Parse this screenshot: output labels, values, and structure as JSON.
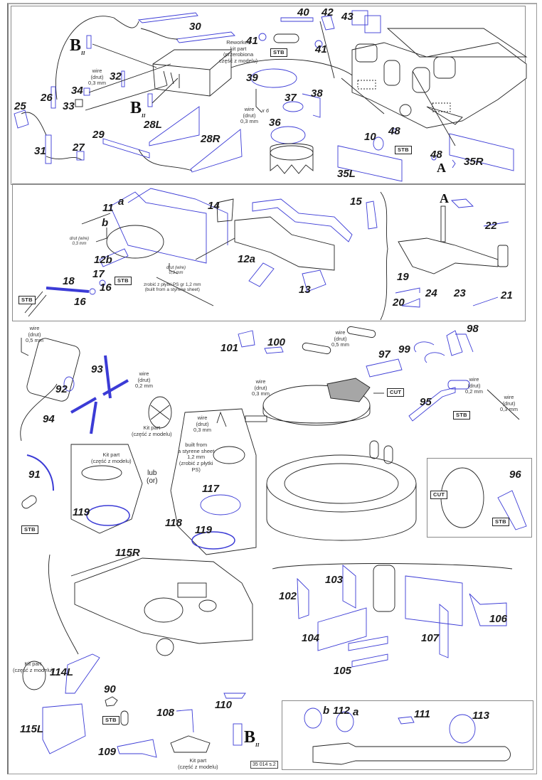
{
  "document": {
    "title": "Assembly instructions sheet",
    "page_code": "35 014 s.2",
    "accent_color": "#3b3bd6",
    "line_color": "#222222",
    "frame_color": "#8a8a8a",
    "fill_grey": "#a6a6a6"
  },
  "section_top": {
    "part_labels": [
      "30",
      "26",
      "25",
      "31",
      "27",
      "29",
      "28L",
      "28R",
      "32",
      "33",
      "34",
      "40",
      "41",
      "41",
      "42",
      "43",
      "39",
      "37",
      "38",
      "36",
      "10",
      "48",
      "48",
      "35L",
      "35R"
    ],
    "ref_marks": [
      "B",
      "B",
      "A"
    ],
    "ref_sub": "II",
    "notes": {
      "reworked": "Reworked\nkit part\n(przerobiona\nczęść z modelu)",
      "wire_32": "wire\n(drut)\n0,3 mm",
      "wire_36": "wire\n(drut)\n0,3 mm",
      "x6": "x 6"
    },
    "stb_labels": [
      "STB",
      "STB"
    ]
  },
  "section_mid": {
    "part_labels": [
      "11",
      "a",
      "b",
      "14",
      "15",
      "12b",
      "12a",
      "17",
      "16",
      "16",
      "18",
      "13",
      "22",
      "19",
      "20",
      "24",
      "23",
      "21"
    ],
    "ref_marks": [
      "A"
    ],
    "notes": {
      "wire_left": "drut (wire)\n0,3 mm",
      "wire_right": "drut (wire)\n0,3 mm",
      "styrene": "zrobić z płytki PS gr 1,2 mm\n(built from a styrene sheet)"
    },
    "stb_labels": [
      "STB",
      "STB"
    ]
  },
  "section_bottom_left": {
    "part_labels": [
      "93",
      "92",
      "94",
      "91",
      "119",
      "117",
      "118",
      "119"
    ],
    "notes": {
      "wire_05": "wire\n(drut)\n0,5 mm",
      "wire_02": "wire\n(drut)\n0,2 mm",
      "kit_part_wheel": "Kit part\n(część z modelu)",
      "kit_part_plate": "Kit part\n(część z modelu)",
      "wire_03": "wire\n(drut)\n0,3 mm",
      "built_from": "built from\na styrene sheet\n1,2 mm\n(zrobić z płytki\nPS)",
      "lub": "lub\n(or)"
    },
    "stb_labels": [
      "STB"
    ]
  },
  "section_bottom_right": {
    "part_labels": [
      "101",
      "100",
      "97",
      "99",
      "98",
      "95",
      "96"
    ],
    "notes": {
      "wire_05": "wire\n(drut)\n0,5 mm",
      "wire_03a": "wire\n(drut)\n0,3 mm",
      "wire_02": "wire\n(drut)\n0,2 mm",
      "wire_03b": "wire\n(drut)\n0,3 mm"
    },
    "cut_labels": [
      "CUT",
      "CUT"
    ],
    "stb_labels": [
      "STB",
      "STB"
    ]
  },
  "section_turret": {
    "part_labels": [
      "115R",
      "114L",
      "90",
      "115L",
      "109",
      "108",
      "110"
    ],
    "ref_marks": [
      "B"
    ],
    "notes": {
      "kit_part_left": "Kit part\n(część z modelu)",
      "kit_part_bottom": "Kit part\n(część z modelu)"
    },
    "stb_labels": [
      "STB"
    ]
  },
  "section_frames": {
    "part_labels": [
      "102",
      "103",
      "104",
      "105",
      "107",
      "106"
    ]
  },
  "section_barrel": {
    "part_labels": [
      "b",
      "112",
      "a",
      "111",
      "113"
    ]
  }
}
